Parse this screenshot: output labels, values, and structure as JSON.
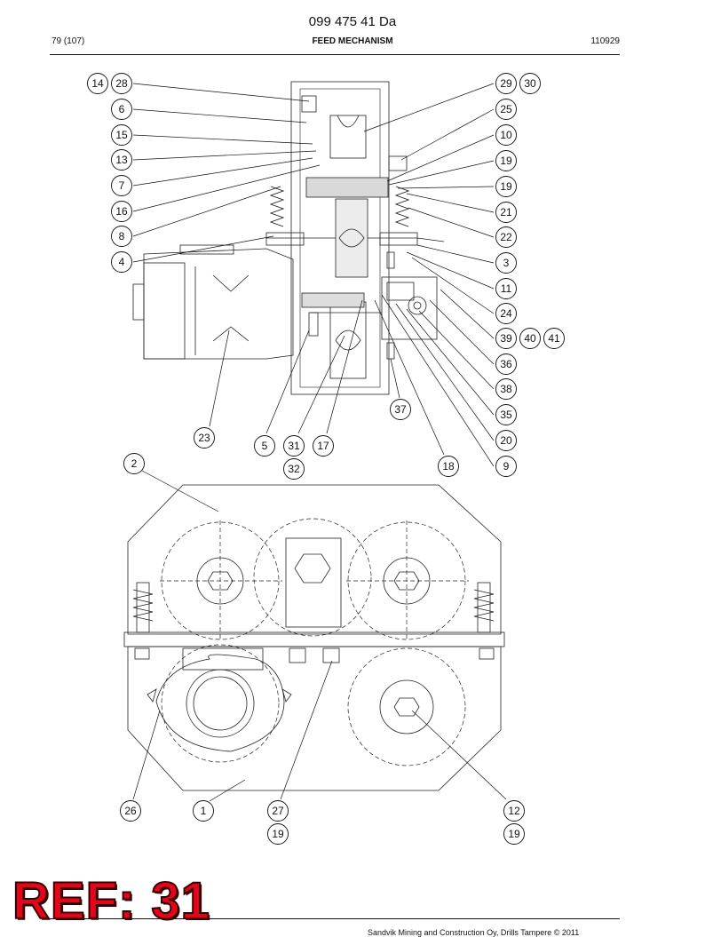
{
  "header": {
    "doc_number": "099 475 41 Da",
    "page": "79 (107)",
    "title": "FEED MECHANISM",
    "date_code": "110929"
  },
  "callouts_top": [
    "14",
    "28",
    "6",
    "15",
    "13",
    "7",
    "16",
    "8",
    "4",
    "29",
    "30",
    "25",
    "10",
    "19",
    "19",
    "21",
    "22",
    "3",
    "11",
    "24",
    "39",
    "40",
    "41",
    "36",
    "38",
    "35",
    "20",
    "9",
    "37",
    "18",
    "23",
    "5",
    "31",
    "32",
    "17",
    "2"
  ],
  "callouts_bottom": [
    "26",
    "1",
    "27",
    "19",
    "12",
    "19"
  ],
  "ref_stamp": "REF: 31",
  "footer_text": "Sandvik Mining and Construction Oy, Drills Tampere © 2011",
  "colors": {
    "ref_red": "#e3061b",
    "line": "#111111"
  }
}
